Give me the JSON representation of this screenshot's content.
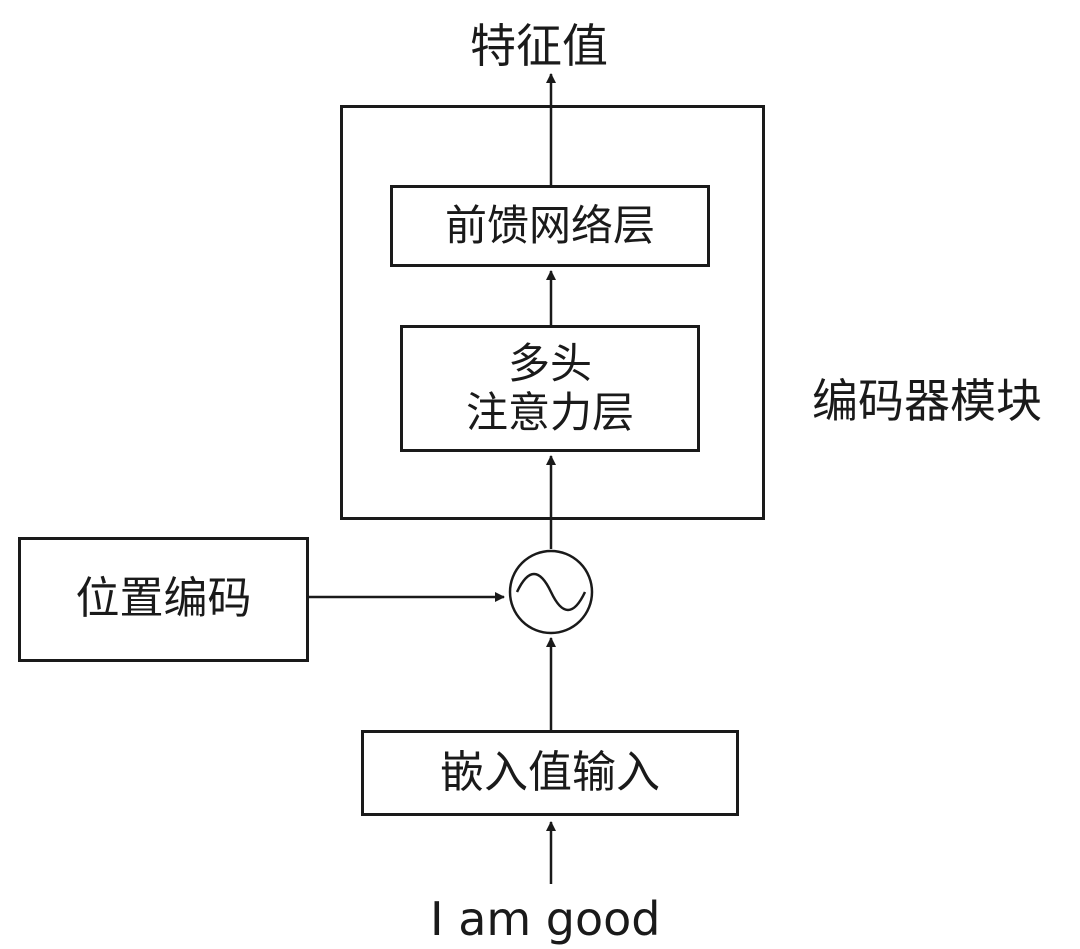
{
  "diagram": {
    "output_label": "特征值",
    "encoder_module_label": "编码器模块",
    "feed_forward_label": "前馈网络层",
    "multi_head_attention_line1": "多头",
    "multi_head_attention_line2": "注意力层",
    "positional_encoding_label": "位置编码",
    "embedding_input_label": "嵌入值输入",
    "input_text": "I am good",
    "line_color": "#1a1a1a"
  }
}
